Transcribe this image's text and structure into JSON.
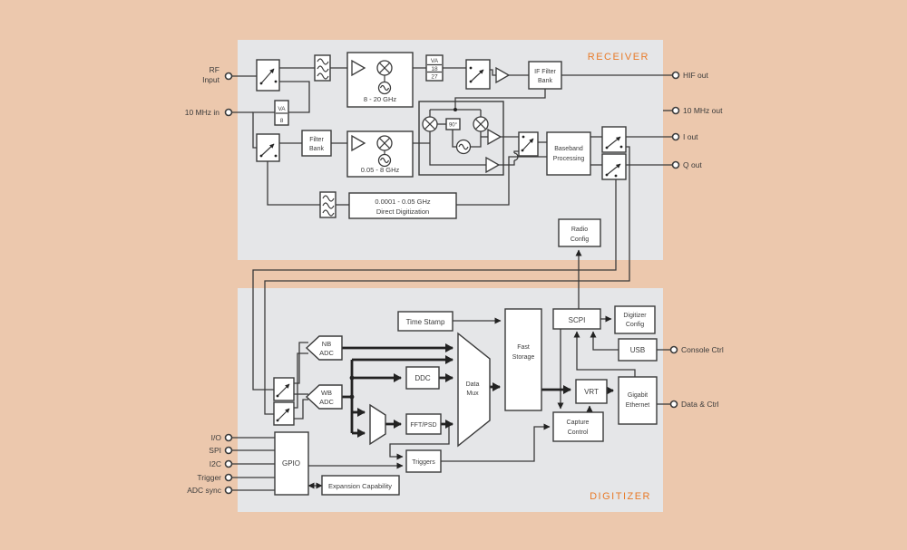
{
  "colors": {
    "background": "#ecc8ad",
    "panel": "#e5e6e8",
    "line": "#3a3a3a",
    "accent_orange": "#e87a28",
    "block_fill": "#ffffff"
  },
  "sections": {
    "receiver": "RECEIVER",
    "digitizer": "DIGITIZER"
  },
  "receiver": {
    "terminals": {
      "rf_input_l1": "RF",
      "rf_input_l2": "Input",
      "mhz10_in": "10 MHz in",
      "hif_out": "HIF out",
      "mhz10_out": "10 MHz out",
      "i_out": "I out",
      "q_out": "Q out"
    },
    "blocks": {
      "va8": {
        "l1": "VA",
        "l2": "8"
      },
      "va1827": {
        "l1": "VA",
        "l2": "18",
        "l3": "27"
      },
      "conv_high": {
        "label": "8 - 20 GHz"
      },
      "conv_low": {
        "label": "0.05 - 8 GHz"
      },
      "filter_bank": {
        "l1": "Filter",
        "l2": "Bank"
      },
      "if_filter_bank": {
        "l1": "IF Filter",
        "l2": "Bank"
      },
      "iq_demod": {
        "phase": "90°"
      },
      "baseband": {
        "l1": "Baseband",
        "l2": "Processing"
      },
      "direct_dig": {
        "l1": "0.0001 - 0.05 GHz",
        "l2": "Direct Digitization"
      },
      "radio_config": {
        "l1": "Radio",
        "l2": "Config"
      }
    }
  },
  "digitizer": {
    "terminals": {
      "io": "I/O",
      "spi": "SPI",
      "i2c": "I2C",
      "trigger": "Trigger",
      "adc_sync": "ADC sync",
      "console_ctrl": "Console Ctrl",
      "data_ctrl": "Data & Ctrl"
    },
    "blocks": {
      "time_stamp": "Time Stamp",
      "nb_adc": {
        "l1": "NB",
        "l2": "ADC"
      },
      "wb_adc": {
        "l1": "WB",
        "l2": "ADC"
      },
      "ddc": "DDC",
      "fft_psd": "FFT/PSD",
      "data_mux": {
        "l1": "Data",
        "l2": "Mux"
      },
      "fast_storage": {
        "l1": "Fast",
        "l2": "Storage"
      },
      "scpi": "SCPI",
      "digitizer_config": {
        "l1": "Digitizer",
        "l2": "Config"
      },
      "usb": "USB",
      "vrt": "VRT",
      "gigabit_ethernet": {
        "l1": "Gigabit",
        "l2": "Ethernet"
      },
      "capture_control": {
        "l1": "Capture",
        "l2": "Control"
      },
      "triggers": "Triggers",
      "gpio": "GPIO",
      "expansion": "Expansion Capability"
    }
  }
}
